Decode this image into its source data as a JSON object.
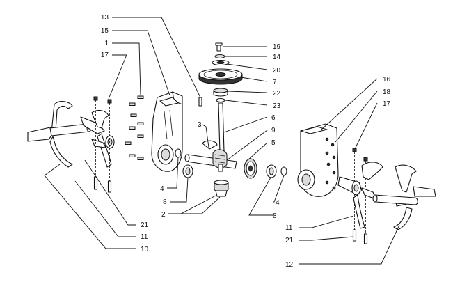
{
  "callouts": [
    {
      "id": "c13",
      "label": "13"
    },
    {
      "id": "c15",
      "label": "15"
    },
    {
      "id": "c1",
      "label": "1"
    },
    {
      "id": "c17a",
      "label": "17"
    },
    {
      "id": "c19",
      "label": "19"
    },
    {
      "id": "c14",
      "label": "14"
    },
    {
      "id": "c20",
      "label": "20"
    },
    {
      "id": "c7",
      "label": "7"
    },
    {
      "id": "c22",
      "label": "22"
    },
    {
      "id": "c23",
      "label": "23"
    },
    {
      "id": "c16",
      "label": "16"
    },
    {
      "id": "c18",
      "label": "18"
    },
    {
      "id": "c17b",
      "label": "17"
    },
    {
      "id": "c3",
      "label": "3"
    },
    {
      "id": "c6",
      "label": "6"
    },
    {
      "id": "c9",
      "label": "9"
    },
    {
      "id": "c5",
      "label": "5"
    },
    {
      "id": "c4a",
      "label": "4"
    },
    {
      "id": "c8a",
      "label": "8"
    },
    {
      "id": "c2",
      "label": "2"
    },
    {
      "id": "c4b",
      "label": "4"
    },
    {
      "id": "c8b",
      "label": "8"
    },
    {
      "id": "c21a",
      "label": "21"
    },
    {
      "id": "c11a",
      "label": "11"
    },
    {
      "id": "c10",
      "label": "10"
    },
    {
      "id": "c11b",
      "label": "11"
    },
    {
      "id": "c21b",
      "label": "21"
    },
    {
      "id": "c12",
      "label": "12"
    }
  ]
}
